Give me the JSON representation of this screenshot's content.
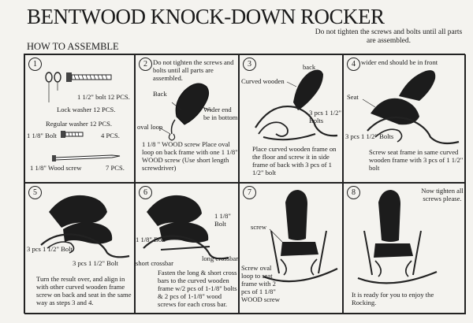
{
  "title": "BENTWOOD KNOCK-DOWN ROCKER",
  "subtitle": "HOW TO ASSEMBLE",
  "top_note": "Do not tighten the screws and bolts until all parts are assembled.",
  "steps": [
    {
      "number": "1",
      "bolt_label": "1 1/2\" bolt 12 PCS.",
      "lock_washer": "Lock washer 12 PCS.",
      "regular_washer": "Regular washer 12 PCS.",
      "bolt_small": "1 1/8\" Bolt",
      "bolt_small_qty": "4 PCS.",
      "wood_screw": "1 1/8\" Wood screw",
      "wood_screw_qty": "7 PCS."
    },
    {
      "number": "2",
      "note": "Do not tighten the screws and bolts until all parts are assembled.",
      "back": "Back",
      "wider_end": "Wider end be in bottom",
      "oval_loop": "oval loop",
      "instruction": "1 1/8 \" WOOD screw Place oval loop on back frame with one 1 1/8\" WOOD screw (Use short length screwdriver)"
    },
    {
      "number": "3",
      "back": "back",
      "curved_wooden": "Curved wooden",
      "bolts": "3 pcs 1 1/2\" Bolts",
      "instruction": "Place curved wooden frame on the floor and screw it in side frame of back with 3 pcs of 1 1/2\" bolt"
    },
    {
      "number": "4",
      "wider_end": "wider end should be in front",
      "seat": "Seat",
      "bolts": "3 pcs 1 1/2\" Bolts",
      "instruction": "Screw seat frame in same curved wooden frame with 3 pcs of 1 1/2\" bolt"
    },
    {
      "number": "5",
      "bolt_left": "3 pcs 1 1/2\" Bolt",
      "bolt_right": "3 pcs 1 1/2\" Bolt",
      "instruction": "Turn the result over, and align in with other curved wooden frame screw on back and seat in the same way as steps 3 and 4."
    },
    {
      "number": "6",
      "bolt_right": "1 1/8\" Bolt",
      "bolt_left": "1 1/8\" Bolt",
      "short_crossbar": "short crossbar",
      "long_crossbar": "long crossbar",
      "instruction": "Fasten the long & short cross bars to the curved wooden frame w/2 pcs of 1-1/8\" bolts & 2 pcs of 1-1/8\" wood screws for each cross bar."
    },
    {
      "number": "7",
      "screw": "screw",
      "instruction": "Screw oval loop to seat frame with 2 pcs of 1 1/8\" WOOD screw"
    },
    {
      "number": "8",
      "note": "Now tighten all screws please.",
      "instruction": "It is ready for you to enjoy the Rocking."
    }
  ]
}
